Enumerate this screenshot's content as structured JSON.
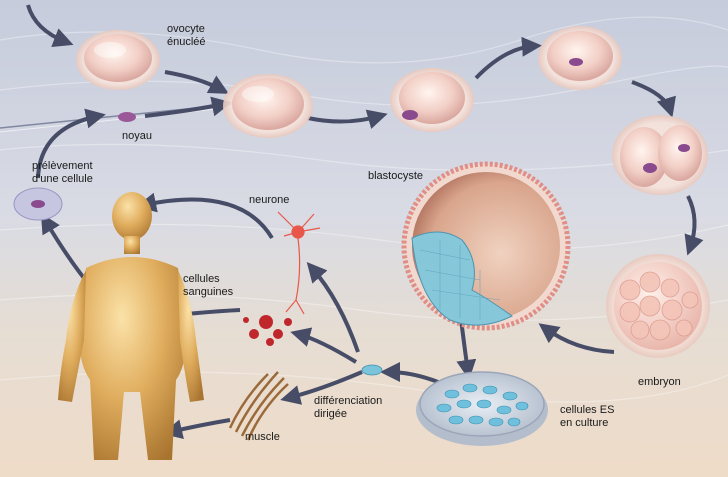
{
  "labels": {
    "ovocyte_enuclee": "ovocyte\nénucléé",
    "noyau": "noyau",
    "prelevement": "prélèvement\nd'une cellule",
    "blastocyste": "blastocyste",
    "neurone": "neurone",
    "cellules_sanguines": "cellules\nsanguines",
    "differenciation": "différenciation\ndirigée",
    "muscle": "muscle",
    "cellules_es": "cellules ES\nen culture",
    "embryon": "embryon"
  },
  "colors": {
    "background_top": "#c9cfde",
    "background_bottom": "#ecdccb",
    "cell_pink": "#f2cfc8",
    "nucleus_purple": "#8a4a8e",
    "blue_cell": "#7cc4da",
    "blood_red": "#c0272d",
    "arrow": "#4a4f6a",
    "body_gold": "#d9a95a",
    "muscle_brown": "#9a6a3a"
  }
}
